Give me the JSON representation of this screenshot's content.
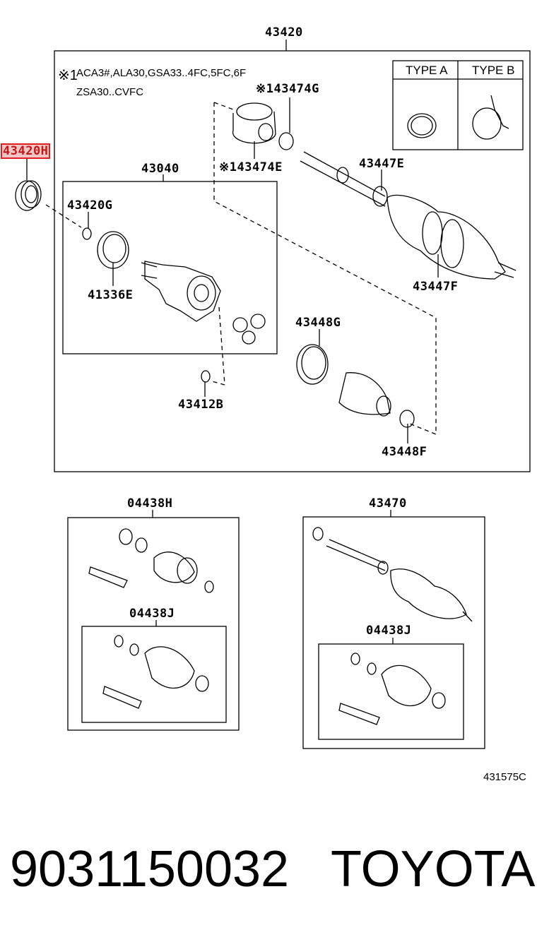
{
  "diagram": {
    "main_part": "43420",
    "highlighted_part": "43420H",
    "note_marker": "※1",
    "note_line1": "ACA3#,ALA30,GSA33..4FC,5FC,6F",
    "note_line2": "ZSA30..CVFC",
    "type_a": "TYPE A",
    "type_b": "TYPE B",
    "part_43040": "43040",
    "part_43420g": "43420G",
    "part_41336e": "41336E",
    "part_43412b": "43412B",
    "part_43474g": "※143474G",
    "part_43474e": "※143474E",
    "part_43447e": "43447E",
    "part_43447f": "43447F",
    "part_43448g": "43448G",
    "part_43448f": "43448F",
    "kit_04438h": "04438H",
    "kit_04438j_left": "04438J",
    "kit_43470": "43470",
    "kit_04438j_right": "04438J",
    "figure_code": "431575C"
  },
  "footer": {
    "part_number": "9031150032",
    "brand": "TOYOTA"
  }
}
